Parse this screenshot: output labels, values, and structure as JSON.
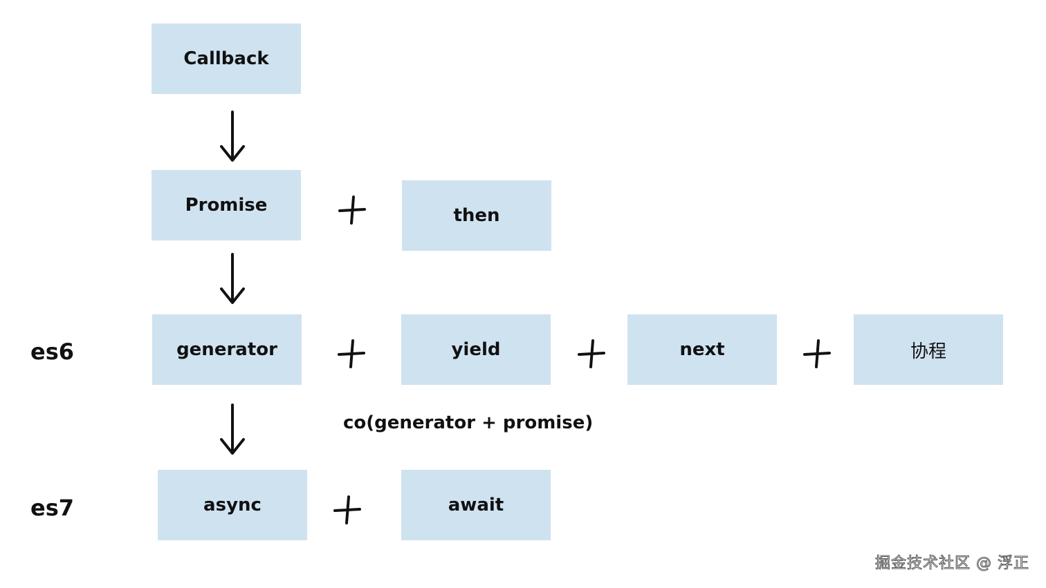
{
  "rows": {
    "r1": {
      "boxes": [
        "Callback"
      ]
    },
    "r2": {
      "boxes": [
        "Promise",
        "then"
      ]
    },
    "r3": {
      "era": "es6",
      "boxes": [
        "generator",
        "yield",
        "next",
        "协程"
      ]
    },
    "r4": {
      "era": "es7",
      "boxes": [
        "async",
        "await"
      ]
    }
  },
  "connector_caption": "co(generator + promise)",
  "operator_symbol": "+",
  "watermark": "掘金技术社区 @ 浮正",
  "colors": {
    "box_fill": "#cfe2f0",
    "text": "#111111"
  }
}
